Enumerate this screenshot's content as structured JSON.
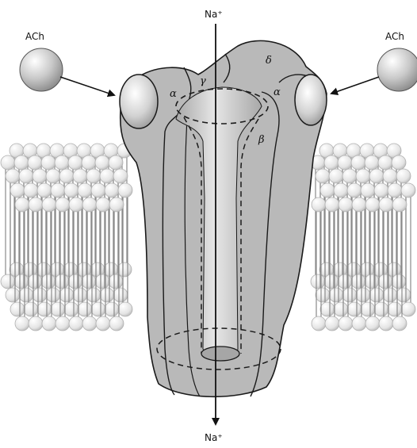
{
  "labels": {
    "na_top": "Na⁺",
    "na_bottom": "Na⁺",
    "ach_left": "ACh",
    "ach_right": "ACh"
  },
  "subunits": {
    "alpha_left": "α",
    "gamma": "γ",
    "delta": "δ",
    "alpha_right": "α",
    "beta": "β"
  },
  "colors": {
    "protein": "#b9b9b9",
    "protein_dark": "#9f9f9f",
    "lipid_head": "#eeeeee",
    "outline": "#1a1a1a"
  }
}
